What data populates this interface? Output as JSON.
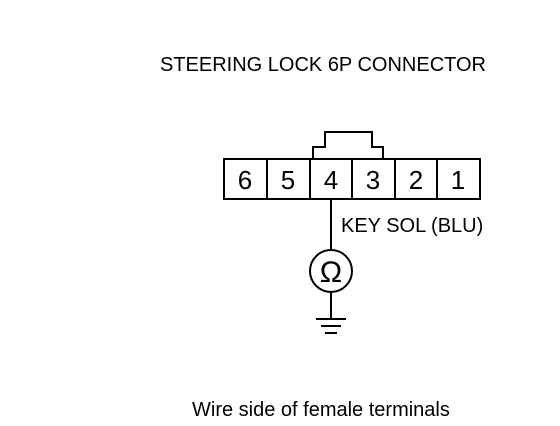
{
  "title": "STEERING LOCK 6P CONNECTOR",
  "connector": {
    "terminals": [
      "6",
      "5",
      "4",
      "3",
      "2",
      "1"
    ]
  },
  "probe": {
    "terminal": "4",
    "wire_label": "KEY SOL (BLU)",
    "meter_symbol": "Ω"
  },
  "ground_icon": "ground-symbol",
  "caption": "Wire side of female terminals",
  "colors": {
    "line": "#000000",
    "background": "#ffffff"
  }
}
